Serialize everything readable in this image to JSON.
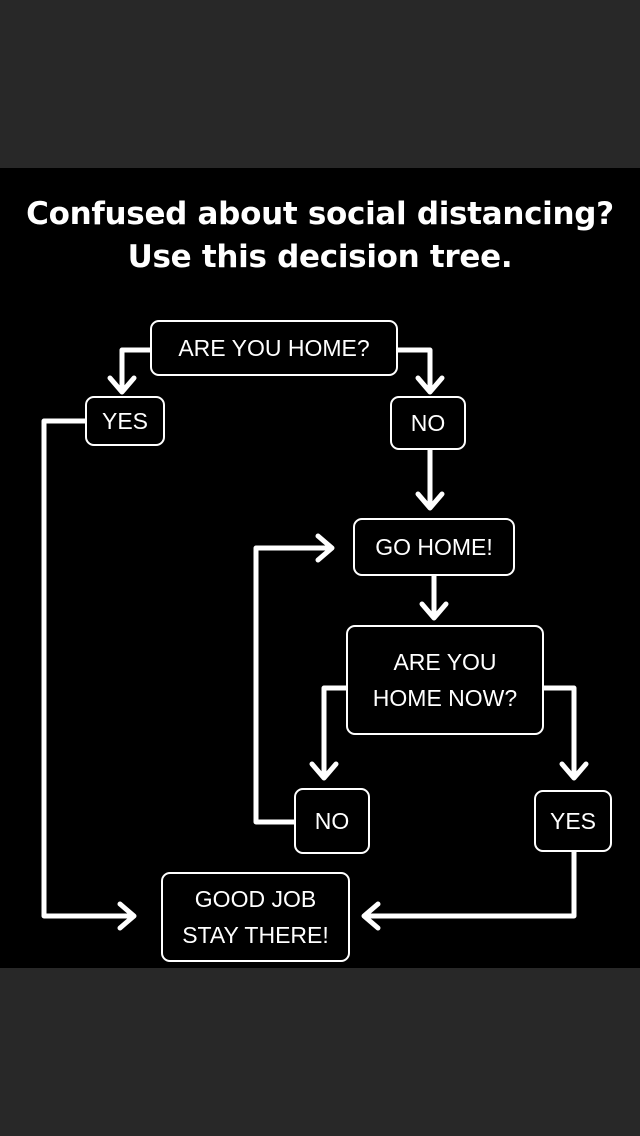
{
  "title": {
    "line1": "Confused about social distancing?",
    "line2": "Use this decision tree."
  },
  "nodes": {
    "are_you_home": "ARE YOU HOME?",
    "yes_1": "YES",
    "no_1": "NO",
    "go_home": "GO HOME!",
    "are_you_home_now_line1": "ARE YOU",
    "are_you_home_now_line2": "HOME NOW?",
    "no_2": "NO",
    "yes_2": "YES",
    "good_job_line1": "GOOD JOB",
    "good_job_line2": "STAY THERE!"
  },
  "colors": {
    "background": "#282828",
    "card": "#000000",
    "ink": "#ffffff"
  }
}
